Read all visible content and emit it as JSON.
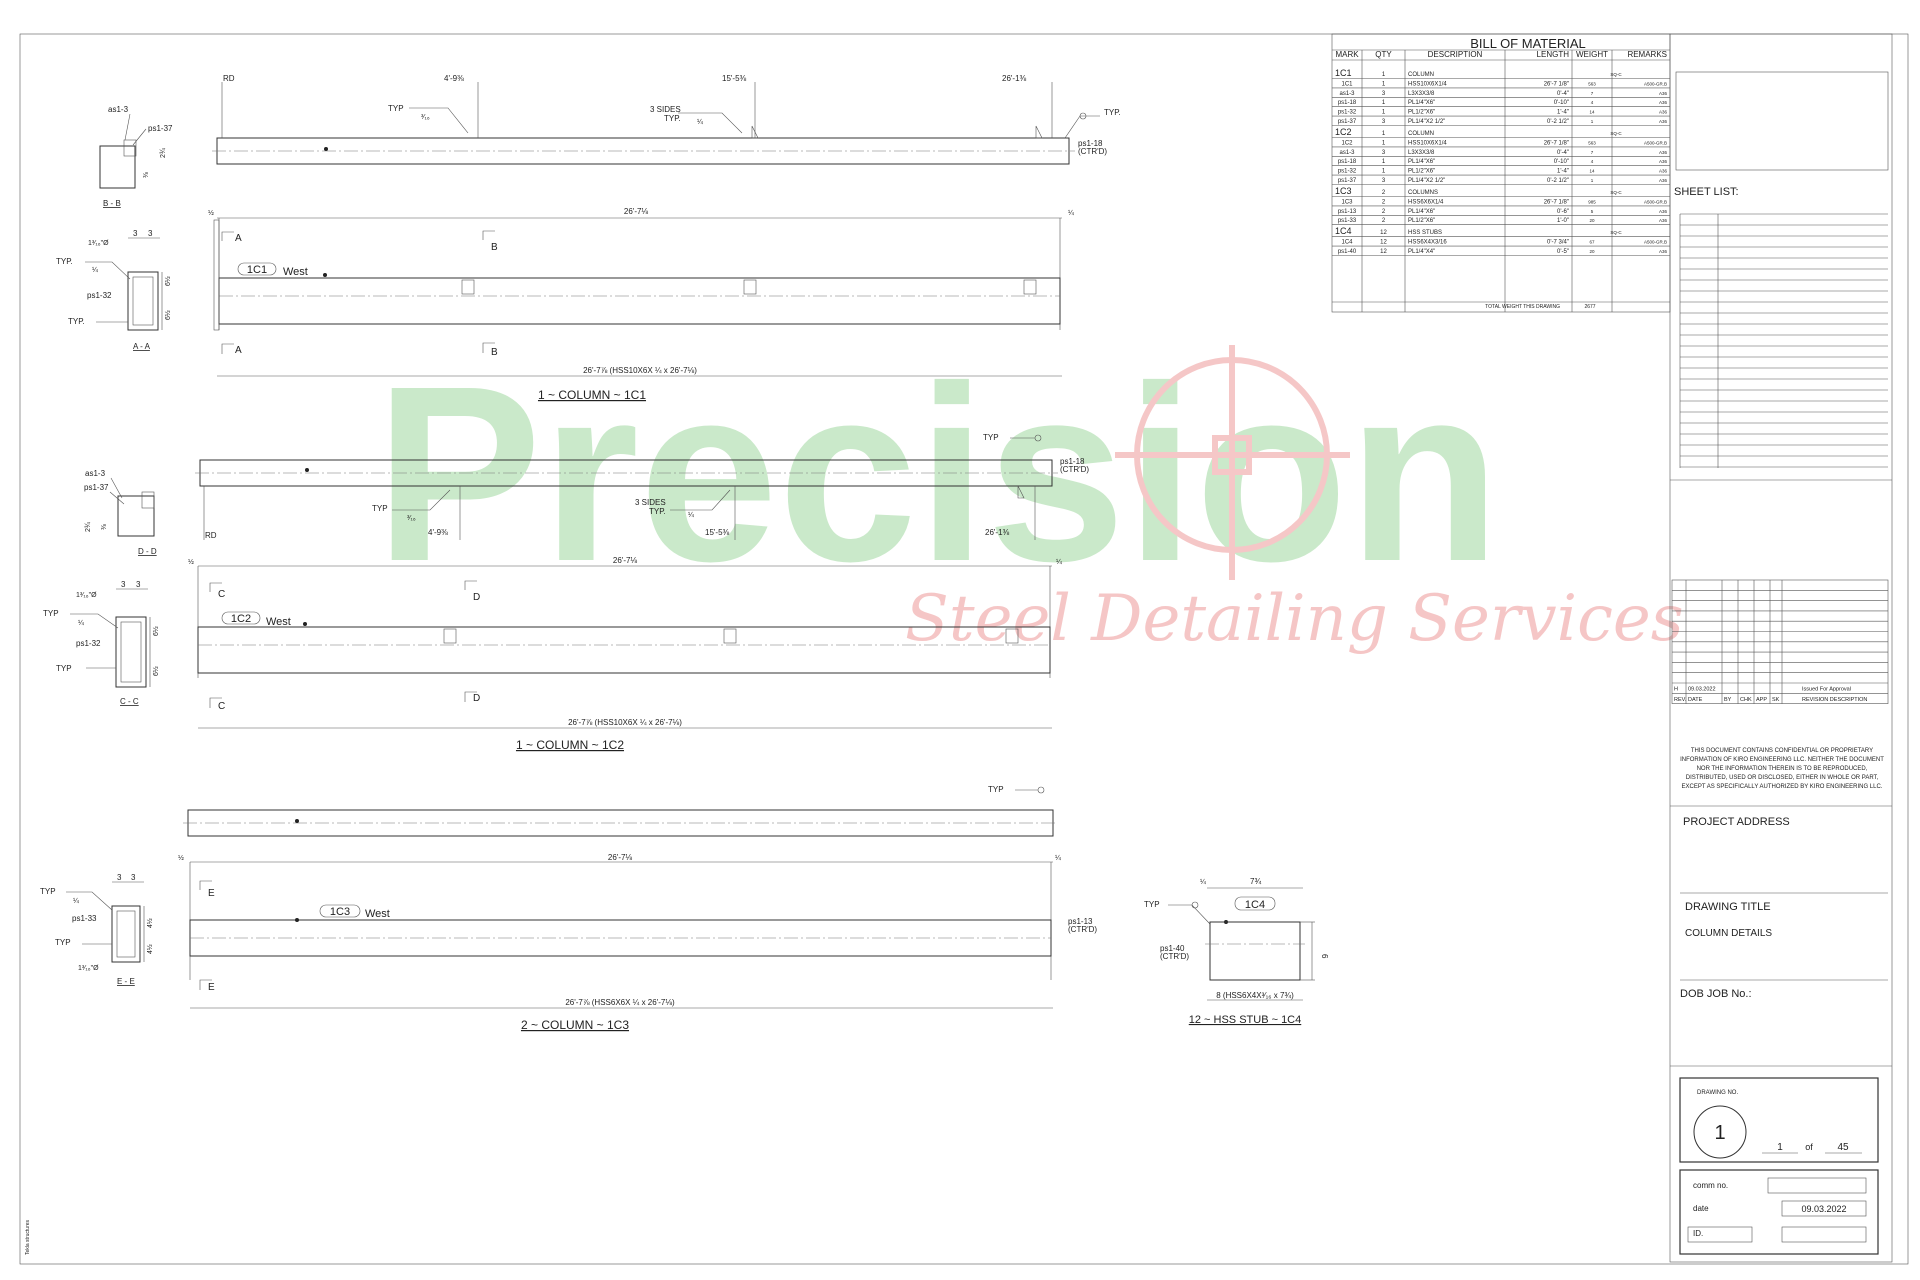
{
  "watermark": {
    "brand": "Precision",
    "tagline": "Steel Detailing Services",
    "green": "#8fd18f",
    "red": "#e88585"
  },
  "bom": {
    "title": "BILL OF MATERIAL",
    "headers": [
      "MARK",
      "QTY",
      "DESCRIPTION",
      "LENGTH",
      "WEIGHT",
      "REMARKS"
    ],
    "groups": [
      {
        "mark": "1C1",
        "qty": "1",
        "desc": "COLUMN",
        "remark": "SQ-C",
        "rows": [
          [
            "1C1",
            "1",
            "HSS10X6X1/4",
            "26'-7 1/8\"",
            "563",
            "A500-GR.B"
          ],
          [
            "as1-3",
            "3",
            "L3X3X3/8",
            "0'-4\"",
            "7",
            "A36"
          ],
          [
            "ps1-18",
            "1",
            "PL1/4\"X6\"",
            "0'-10\"",
            "4",
            "A36"
          ],
          [
            "ps1-32",
            "1",
            "PL1/2\"X6\"",
            "1'-4\"",
            "14",
            "A36"
          ],
          [
            "ps1-37",
            "3",
            "PL1/4\"X2 1/2\"",
            "0'-2 1/2\"",
            "1",
            "A36"
          ]
        ]
      },
      {
        "mark": "1C2",
        "qty": "1",
        "desc": "COLUMN",
        "remark": "SQ-C",
        "rows": [
          [
            "1C2",
            "1",
            "HSS10X6X1/4",
            "26'-7 1/8\"",
            "563",
            "A500-GR.B"
          ],
          [
            "as1-3",
            "3",
            "L3X3X3/8",
            "0'-4\"",
            "7",
            "A36"
          ],
          [
            "ps1-18",
            "1",
            "PL1/4\"X6\"",
            "0'-10\"",
            "4",
            "A36"
          ],
          [
            "ps1-32",
            "1",
            "PL1/2\"X6\"",
            "1'-4\"",
            "14",
            "A36"
          ],
          [
            "ps1-37",
            "3",
            "PL1/4\"X2 1/2\"",
            "0'-2 1/2\"",
            "1",
            "A36"
          ]
        ]
      },
      {
        "mark": "1C3",
        "qty": "2",
        "desc": "COLUMNS",
        "remark": "SQ-C",
        "rows": [
          [
            "1C3",
            "2",
            "HSS6X6X1/4",
            "26'-7 1/8\"",
            "985",
            "A500-GR.B"
          ],
          [
            "ps1-13",
            "2",
            "PL1/4\"X6\"",
            "0'-6\"",
            "5",
            "A36"
          ],
          [
            "ps1-33",
            "2",
            "PL1/2\"X6\"",
            "1'-0\"",
            "20",
            "A36"
          ]
        ]
      },
      {
        "mark": "1C4",
        "qty": "12",
        "desc": "HSS STUBS",
        "remark": "SQ-C",
        "rows": [
          [
            "1C4",
            "12",
            "HSS6X4X3/16",
            "0'-7 3/4\"",
            "67",
            "A500-GR.B"
          ],
          [
            "ps1-40",
            "12",
            "PL1/4\"X4\"",
            "0'-5\"",
            "20",
            "A36"
          ]
        ]
      }
    ],
    "total_label": "TOTAL WEIGHT THIS DRAWING",
    "total_value": "2677"
  },
  "titleblock": {
    "sheet_list": "SHEET LIST:",
    "rev_headers": [
      "REV.",
      "DATE",
      "BY",
      "CHK",
      "APP",
      "SK",
      "REVISION DESCRIPTION"
    ],
    "rev_row": [
      "H",
      "09.03.2022",
      "",
      "",
      "",
      "",
      "Issued For Approval"
    ],
    "notice": [
      "THIS DOCUMENT CONTAINS CONFIDENTIAL OR PROPRIETARY",
      "INFORMATION OF KIRO ENGINEERING LLC. NEITHER THE DOCUMENT",
      "NOR THE  INFORMATION THEREIN IS TO BE REPRODUCED,",
      "DISTRIBUTED, USED OR DISCLOSED, EITHER IN WHOLE OR PART,",
      "EXCEPT AS SPECIFICALLY AUTHORIZED BY KIRO ENGINEERING LLC."
    ],
    "project_address": "PROJECT ADDRESS",
    "drawing_title_label": "DRAWING TITLE",
    "drawing_title": "COLUMN DETAILS",
    "dob_job": "DOB JOB No.:",
    "drawing_no_label": "DRAWING NO.",
    "drawing_no": "1",
    "sheet_num": "1",
    "of_label": "of",
    "sheet_total": "45",
    "comm_label": "comm  no.",
    "date_label": "date",
    "date_value": "09.03.2022",
    "id_label": "ID."
  },
  "col1": {
    "caption": "1 ~ COLUMN ~ 1C1",
    "mark": "1C1",
    "west": "West",
    "overall": "26'-7⅛",
    "bottom_dim": "26'-7⅞ (HSS10X6X ¼ x 26'-7⅛)",
    "d1": "4'-9⅜",
    "d2": "15'-5⅜",
    "d3": "26'-1⅜",
    "rd": "RD",
    "typ": "TYP",
    "typ2": "TYP.",
    "w316": "³⁄₁₆",
    "w14": "¼",
    "sides": "3 SIDES",
    "sides_typ": "TYP.",
    "ps18": "ps1-18",
    "ctrd": "(CTR'D)",
    "half": "½",
    "quarter": "¼",
    "secA": "A",
    "secB": "B"
  },
  "col2": {
    "caption": "1 ~ COLUMN ~ 1C2",
    "mark": "1C2",
    "west": "West",
    "overall": "26'-7⅛",
    "bottom_dim": "26'-7⅞ (HSS10X6X ¼ x 26'-7⅛)",
    "d1": "4'-9⅜",
    "d2": "15'-5⅜",
    "d3": "26'-1⅜",
    "rd": "RD",
    "typ": "TYP",
    "w316": "³⁄₁₆",
    "w14": "¼",
    "sides": "3 SIDES",
    "sides_typ": "TYP.",
    "ps18": "ps1-18",
    "ctrd": "(CTR'D)",
    "half": "½",
    "quarter": "¼",
    "secC": "C",
    "secD": "D"
  },
  "col3": {
    "caption": "2 ~ COLUMN ~ 1C3",
    "mark": "1C3",
    "west": "West",
    "overall": "26'-7⅛",
    "bottom_dim": "26'-7⅞ (HSS6X6X ¼ x 26'-7⅛)",
    "typ": "TYP",
    "ps13": "ps1-13",
    "ctrd": "(CTR'D)",
    "half": "½",
    "quarter": "¼",
    "secE": "E"
  },
  "stub": {
    "caption": "12 ~ HSS STUB ~ 1C4",
    "mark": "1C4",
    "typ": "TYP",
    "q": "¼",
    "w": "7¾",
    "h": "6",
    "ps40": "ps1-40",
    "ctrd": "(CTR'D)",
    "bottom": "8 (HSS6X4X³⁄₁₆ x 7¾)"
  },
  "sections": {
    "bb": {
      "label": "B - B",
      "as13": "as1-3",
      "ps137": "ps1-37",
      "d1": "2¾",
      "d2": "⅜"
    },
    "aa": {
      "label": "A - A",
      "hole": "1³⁄₁₆\"Ø",
      "d3a": "3",
      "d3b": "3",
      "typ": "TYP.",
      "typ2": "TYP.",
      "ps132": "ps1-32",
      "q": "¼",
      "h1": "6½",
      "h2": "6½"
    },
    "dd": {
      "label": "D - D",
      "as13": "as1-3",
      "ps137": "ps1-37",
      "d1": "2¾",
      "d2": "⅜"
    },
    "cc": {
      "label": "C - C",
      "hole": "1³⁄₁₆\"Ø",
      "d3a": "3",
      "d3b": "3",
      "typ": "TYP",
      "typ2": "TYP",
      "ps132": "ps1-32",
      "q": "¼",
      "h1": "6½",
      "h2": "6½"
    },
    "ee": {
      "label": "E - E",
      "hole": "1³⁄₁₆\"Ø",
      "d3a": "3",
      "d3b": "3",
      "typ": "TYP",
      "typ2": "TYP",
      "ps133": "ps1-33",
      "q": "¼",
      "h1": "4½",
      "h2": "4½"
    }
  },
  "misc": {
    "side_note": "Tekla structures"
  }
}
